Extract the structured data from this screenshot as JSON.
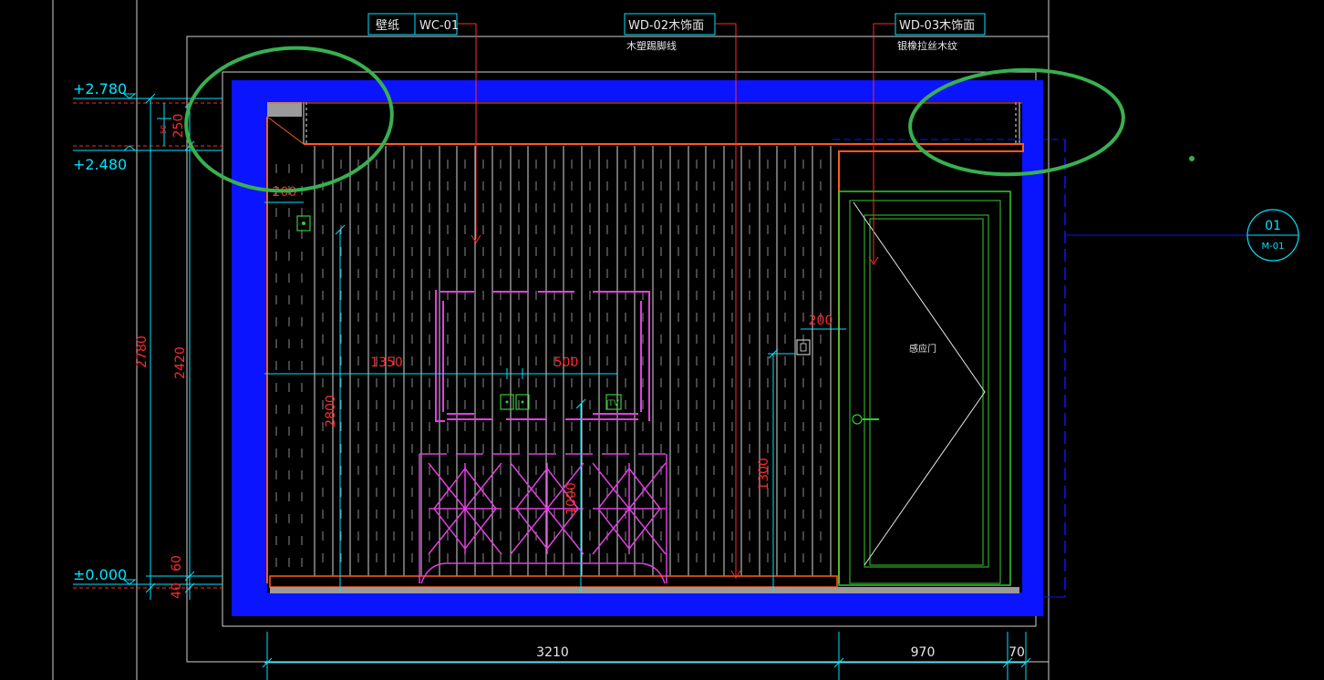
{
  "canvas": {
    "background": "#000000"
  },
  "colors": {
    "wall_band": "#0a14ff",
    "dimension": "#00e5ff",
    "red_text": "#ff2a2a",
    "orange": "#ff5a1e",
    "magenta": "#e040e0",
    "green": "#33cc33",
    "grey": "#9a9a9a",
    "white": "#e8e8e8",
    "callout": "#38b050"
  },
  "callouts": {
    "wallpaper": {
      "label": "壁纸",
      "code": "WC-01"
    },
    "wood_finish_2": {
      "code": "WD-02木饰面",
      "note": "木塑踢脚线"
    },
    "wood_finish_3": {
      "code": "WD-03木饰面",
      "note": "银橡拉丝木纹"
    }
  },
  "elevations": {
    "top": "+2.780",
    "ceiling": "+2.480",
    "floor": "±0.000"
  },
  "dimensions": {
    "total_height": "2780",
    "wall_height": "2420",
    "ceiling_drop": "250",
    "ceiling_drop_small": "50",
    "skirting": "60",
    "base": "40",
    "switch_offset_left": "200",
    "switch_offset_right": "200",
    "tv_center_left": "1350",
    "tv_center_right": "500",
    "tv_height": "2800",
    "cabinet_height": "1000",
    "switch_height": "1300",
    "width_main": "3210",
    "width_door": "970",
    "width_end": "70"
  },
  "door": {
    "label": "感应门"
  },
  "section_marker": {
    "number": "01",
    "sheet": "M-01"
  },
  "outlet": {
    "tv_label": "TV"
  }
}
